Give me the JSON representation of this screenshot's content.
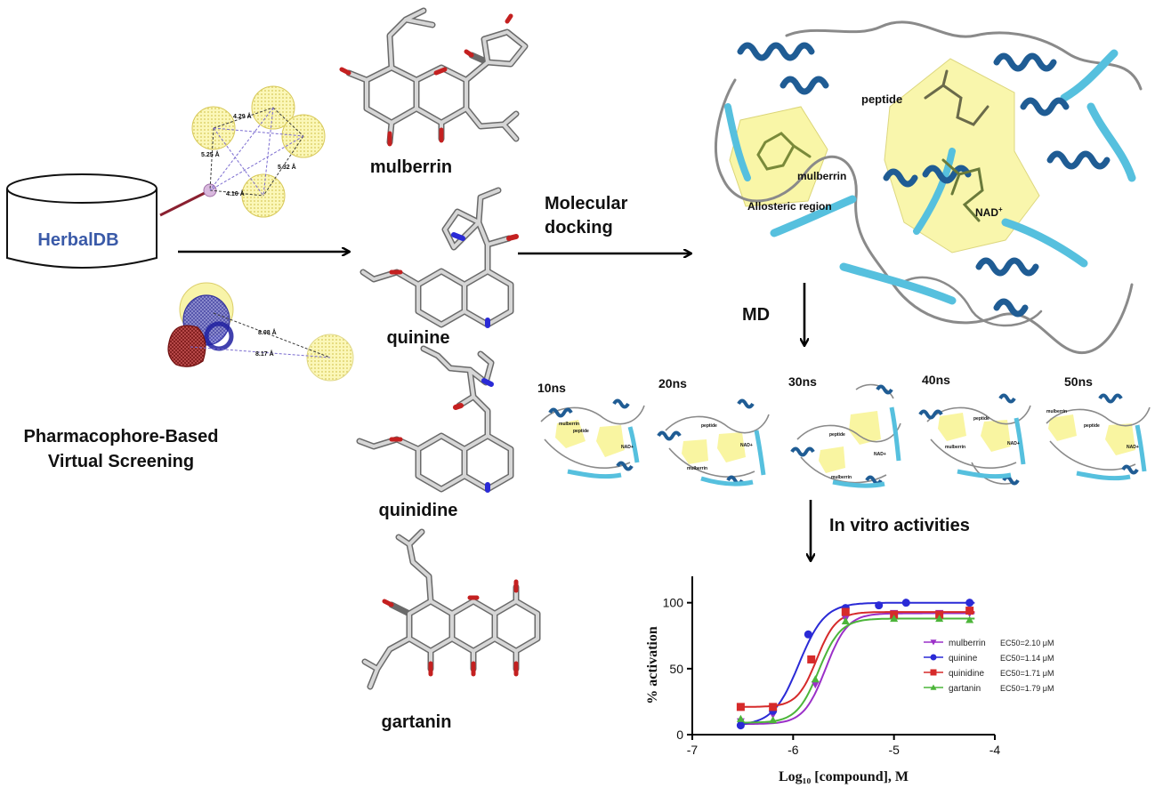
{
  "database": {
    "label": "HerbalDB"
  },
  "screening": {
    "line1": "Pharmacophore-Based",
    "line2": "Virtual Screening"
  },
  "pharmacophore": {
    "top": {
      "d1": "4.29 Å",
      "d2": "5.25 Å",
      "d3": "5.32 Å",
      "d4": "4.16 Å"
    },
    "bottom": {
      "d1": "8.08 Å",
      "d2": "8.17 Å"
    }
  },
  "compounds": {
    "c1": "mulberrin",
    "c2": "quinine",
    "c3": "quinidine",
    "c4": "gartanin"
  },
  "steps": {
    "docking1": "Molecular",
    "docking2": "docking",
    "md": "MD",
    "invitro": "In vitro activities"
  },
  "protein": {
    "peptide": "peptide",
    "ligand": "mulberrin",
    "allosteric": "Allosteric region",
    "cofactor": "NAD",
    "cofactor_sup": "+"
  },
  "md_frames": {
    "times": [
      "10ns",
      "20ns",
      "30ns",
      "40ns",
      "50ns"
    ],
    "labels": {
      "peptide": "peptide",
      "ligand": "mulberrin",
      "cofactor": "NAD+"
    }
  },
  "chart_data": {
    "type": "line",
    "xlabel": "Log₁₀ [compound], M",
    "ylabel": "% activation",
    "xlim": [
      -7,
      -4
    ],
    "ylim": [
      0,
      120
    ],
    "xticks": [
      -7,
      -6,
      -5,
      -4
    ],
    "yticks": [
      0,
      50,
      100
    ],
    "legend_position": "right",
    "series": [
      {
        "name": "mulberrin",
        "ec50_label": "EC50=2.10 μM",
        "color": "#9b30c8",
        "marker": "triangle-down",
        "x": [
          -6.52,
          -6.2,
          -5.78,
          -5.48,
          -5.0,
          -4.55,
          -4.25
        ],
        "y": [
          10,
          15,
          38,
          88,
          92,
          92,
          92
        ]
      },
      {
        "name": "quinine",
        "ec50_label": "EC50=1.14 μM",
        "color": "#2a2ad6",
        "marker": "circle",
        "x": [
          -6.52,
          -6.2,
          -5.85,
          -5.48,
          -5.15,
          -4.88,
          -4.25
        ],
        "y": [
          7,
          18,
          76,
          96,
          98,
          100,
          100
        ]
      },
      {
        "name": "quinidine",
        "ec50_label": "EC50=1.71 μM",
        "color": "#d62a2a",
        "marker": "square",
        "x": [
          -6.52,
          -6.2,
          -5.82,
          -5.48,
          -5.0,
          -4.55,
          -4.25
        ],
        "y": [
          21,
          21,
          57,
          93,
          91,
          91,
          94
        ]
      },
      {
        "name": "gartanin",
        "ec50_label": "EC50=1.79 μM",
        "color": "#4cb53a",
        "marker": "triangle-up",
        "x": [
          -6.52,
          -6.2,
          -5.78,
          -5.48,
          -5.0,
          -4.55,
          -4.25
        ],
        "y": [
          12,
          11,
          42,
          86,
          88,
          88,
          87
        ]
      }
    ],
    "fits": [
      {
        "name": "mulberrin",
        "bottom": 8,
        "top": 92,
        "logec50": -5.678,
        "hill": 4.0
      },
      {
        "name": "quinine",
        "bottom": 7,
        "top": 100,
        "logec50": -5.943,
        "hill": 3.4
      },
      {
        "name": "quinidine",
        "bottom": 21,
        "top": 93,
        "logec50": -5.767,
        "hill": 4.5
      },
      {
        "name": "gartanin",
        "bottom": 9,
        "top": 88,
        "logec50": -5.747,
        "hill": 4.0
      }
    ]
  }
}
